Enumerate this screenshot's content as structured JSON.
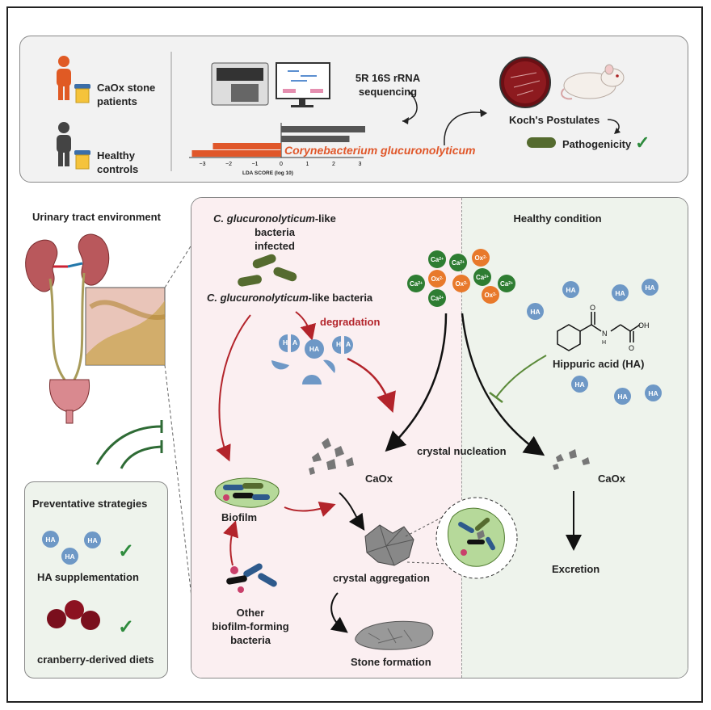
{
  "top": {
    "group1_label": "CaOx stone\npatients",
    "group2_label": "Healthy\ncontrols",
    "sequencing_label": "5R 16S rRNA\nsequencing",
    "lda_axis_label": "LDA SCORE (log 10)",
    "lda_ticks": [
      "-3",
      "-2",
      "-1",
      "0",
      "1",
      "2",
      "3"
    ],
    "species_label": "Corynebacterium glucuronolyticum",
    "kochs_label": "Koch's Postulates",
    "pathogenicity_label": "Pathogenicity",
    "check": "✓"
  },
  "left": {
    "urinary_title": "Urinary tract environment",
    "prev_title": "Preventative strategies",
    "ha_supp_label": "HA supplementation",
    "cranberry_label": "cranberry-derived diets",
    "ha_text": "HA",
    "check": "✓"
  },
  "infected": {
    "title_italic": "C. glucuronolyticum",
    "title_rest": "-like bacteria\ninfected",
    "bacteria_italic": "C. glucuronolyticum",
    "bacteria_rest": "-like bacteria",
    "degradation": "degradation",
    "caox": "CaOx",
    "biofilm": "Biofilm",
    "other_bacteria": "Other\nbiofilm-forming\nbacteria",
    "aggregation": "crystal aggregation",
    "stone": "Stone formation",
    "ha_text": "HA",
    "ha_split_left": "H",
    "ha_split_right": "A"
  },
  "healthy": {
    "title": "Healthy condition",
    "hippuric": "Hippuric acid (HA)",
    "nucleation": "crystal nucleation",
    "caox": "CaOx",
    "excretion": "Excretion",
    "ha_text": "HA",
    "ca_text": "Ca",
    "ox_text": "Ox",
    "ca_charge": "2+",
    "ox_charge": "2-"
  },
  "colors": {
    "red_arrow": "#b3242b",
    "green": "#2e7d32",
    "orange": "#e8792b",
    "ha_blue": "#6e98c6",
    "lda_gray": "#555555",
    "lda_orange": "#e0572a"
  }
}
